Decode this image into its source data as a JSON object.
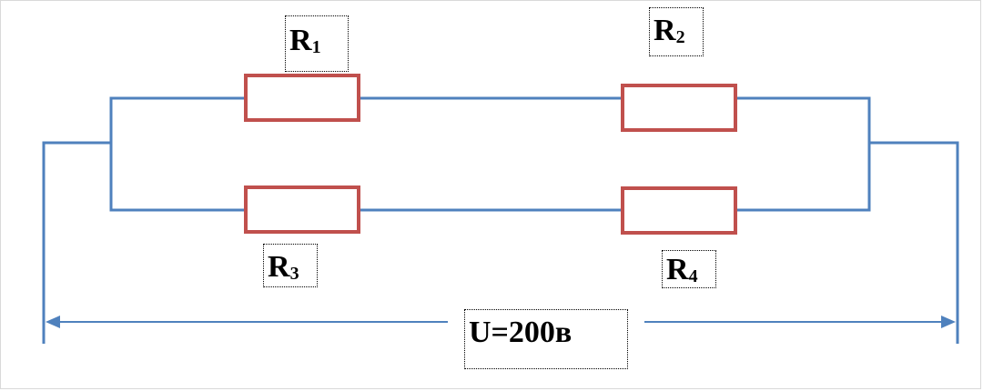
{
  "colors": {
    "wire": "#4f81bd",
    "resistor": "#c0504d",
    "text": "#000000"
  },
  "resistors": [
    {
      "id": "r1",
      "letter": "R",
      "index": "1"
    },
    {
      "id": "r2",
      "letter": "R",
      "index": "2"
    },
    {
      "id": "r3",
      "letter": "R",
      "index": "3"
    },
    {
      "id": "r4",
      "letter": "R",
      "index": "4"
    }
  ],
  "voltage": {
    "label": "U=200в"
  }
}
